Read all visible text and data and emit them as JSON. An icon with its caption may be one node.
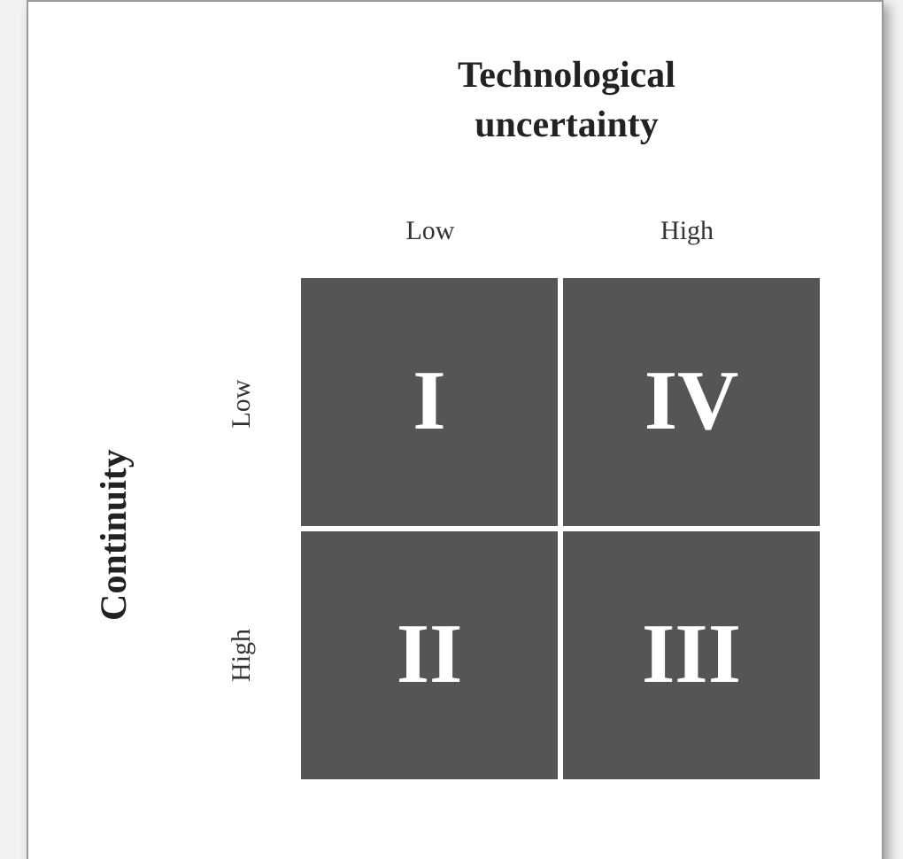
{
  "diagram": {
    "nodes": [
      {
        "text": [
          "I"
        ]
      },
      {
        "text": [
          "IV"
        ]
      },
      {
        "text": [
          "II"
        ]
      },
      {
        "text": [
          "III"
        ]
      }
    ],
    "labels": [
      "Technological uncertainty",
      "Low",
      "High",
      "Continuity",
      "Low",
      "High"
    ]
  }
}
